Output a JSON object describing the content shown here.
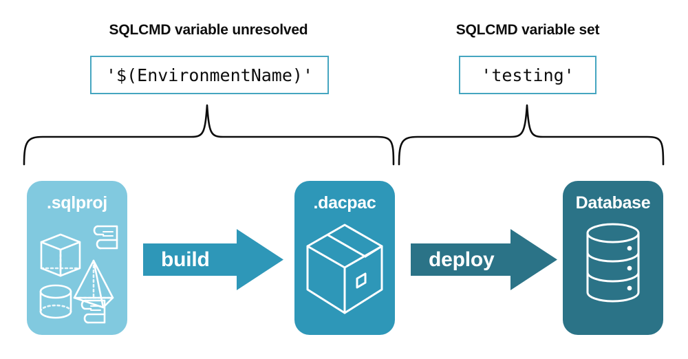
{
  "diagram": {
    "title_left": "SQLCMD variable unresolved",
    "title_right": "SQLCMD variable set",
    "code_left": "'$(EnvironmentName)'",
    "code_right": "'testing'",
    "colors": {
      "sqlproj_fill": "#81C9DF",
      "dacpac_fill": "#2E97B8",
      "database_fill": "#2B7387",
      "build_arrow": "#2E97B8",
      "deploy_arrow": "#2B7387",
      "code_border": "#45A5C0",
      "brace_stroke": "#0d0d0d",
      "text_dark": "#0d0d0d",
      "text_light": "#ffffff"
    },
    "stages": [
      {
        "id": "sqlproj",
        "label": ".sqlproj",
        "icon": "shapes-and-scripts-icon"
      },
      {
        "id": "dacpac",
        "label": ".dacpac",
        "icon": "package-box-icon"
      },
      {
        "id": "database",
        "label": "Database",
        "icon": "database-cylinder-icon"
      }
    ],
    "arrows": [
      {
        "id": "build",
        "label": "build"
      },
      {
        "id": "deploy",
        "label": "deploy"
      }
    ]
  }
}
